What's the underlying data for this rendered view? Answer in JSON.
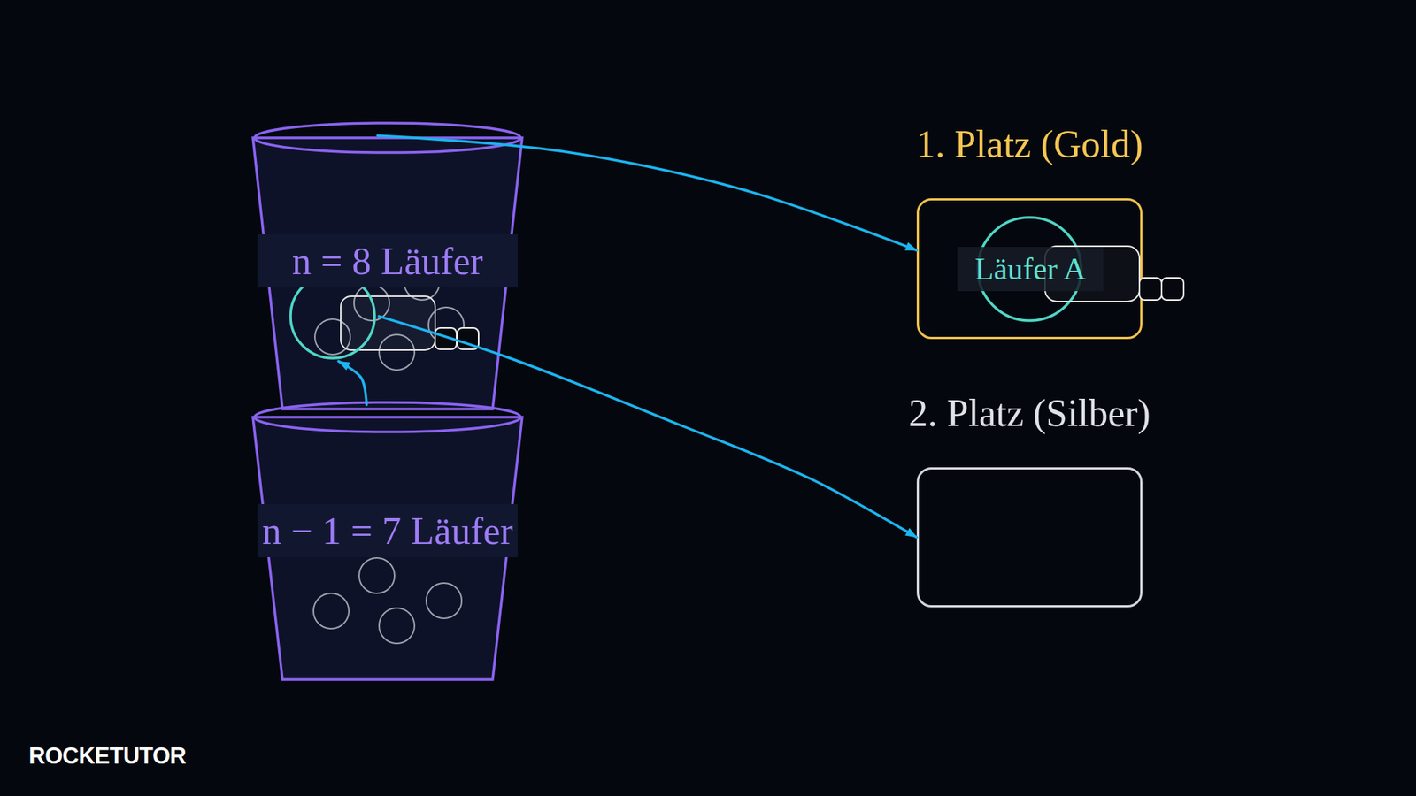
{
  "diagram": {
    "nodes": [
      {
        "text": [
          "n = 8 Läufer"
        ]
      },
      {
        "text": [
          "n − 1 = 7 Läufer"
        ]
      },
      {
        "text": [
          "1. Platz (Gold)",
          "Läufer A"
        ]
      },
      {
        "text": [
          "2. Platz (Silber)"
        ]
      }
    ],
    "edges": [
      {
        "from": 0,
        "to": 2,
        "arrow": "to"
      },
      {
        "from": 0,
        "to": 3,
        "arrow": "to"
      },
      {
        "from": 1,
        "to": 0,
        "arrow": "to"
      }
    ],
    "labels": [
      "ROCKETUTOR"
    ]
  }
}
